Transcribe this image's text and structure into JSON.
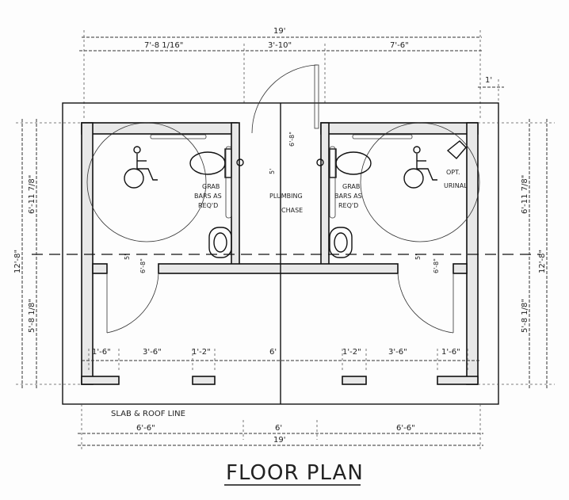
{
  "title": "FLOOR PLAN",
  "dimensions": {
    "top_overall": "19'",
    "top_left": "7'-8 1/16\"",
    "top_center": "3'-10\"",
    "top_right": "7'-6\"",
    "overhang": "1'",
    "left_overall": "12'-8\"",
    "left_upper": "6'-11 7/8\"",
    "left_lower": "5'-8 1/8\"",
    "right_overall": "12'-8\"",
    "right_upper": "6'-11 7/8\"",
    "right_lower": "5'-8 1/8\"",
    "chase_depth": "6'-8\"",
    "chase_small": "5'",
    "room_left_depth": "6'-8\"",
    "room_left_small": "5'",
    "room_right_depth": "6'-8\"",
    "room_right_small": "5'",
    "bottom_row": [
      "1'-6\"",
      "3'-6\"",
      "1'-2\"",
      "6'",
      "1'-2\"",
      "3'-6\"",
      "1'-6\""
    ],
    "slab_left": "6'-6\"",
    "slab_center": "6'",
    "slab_right": "6'-6\"",
    "bottom_overall": "19'"
  },
  "labels": {
    "chase": [
      "PLUMBING",
      "CHASE"
    ],
    "grab_left": [
      "GRAB",
      "BARS AS",
      "REQ'D"
    ],
    "grab_right": [
      "GRAB",
      "BARS AS",
      "REQ'D"
    ],
    "urinal": [
      "OPT.",
      "URINAL"
    ],
    "slab": "SLAB & ROOF LINE"
  }
}
